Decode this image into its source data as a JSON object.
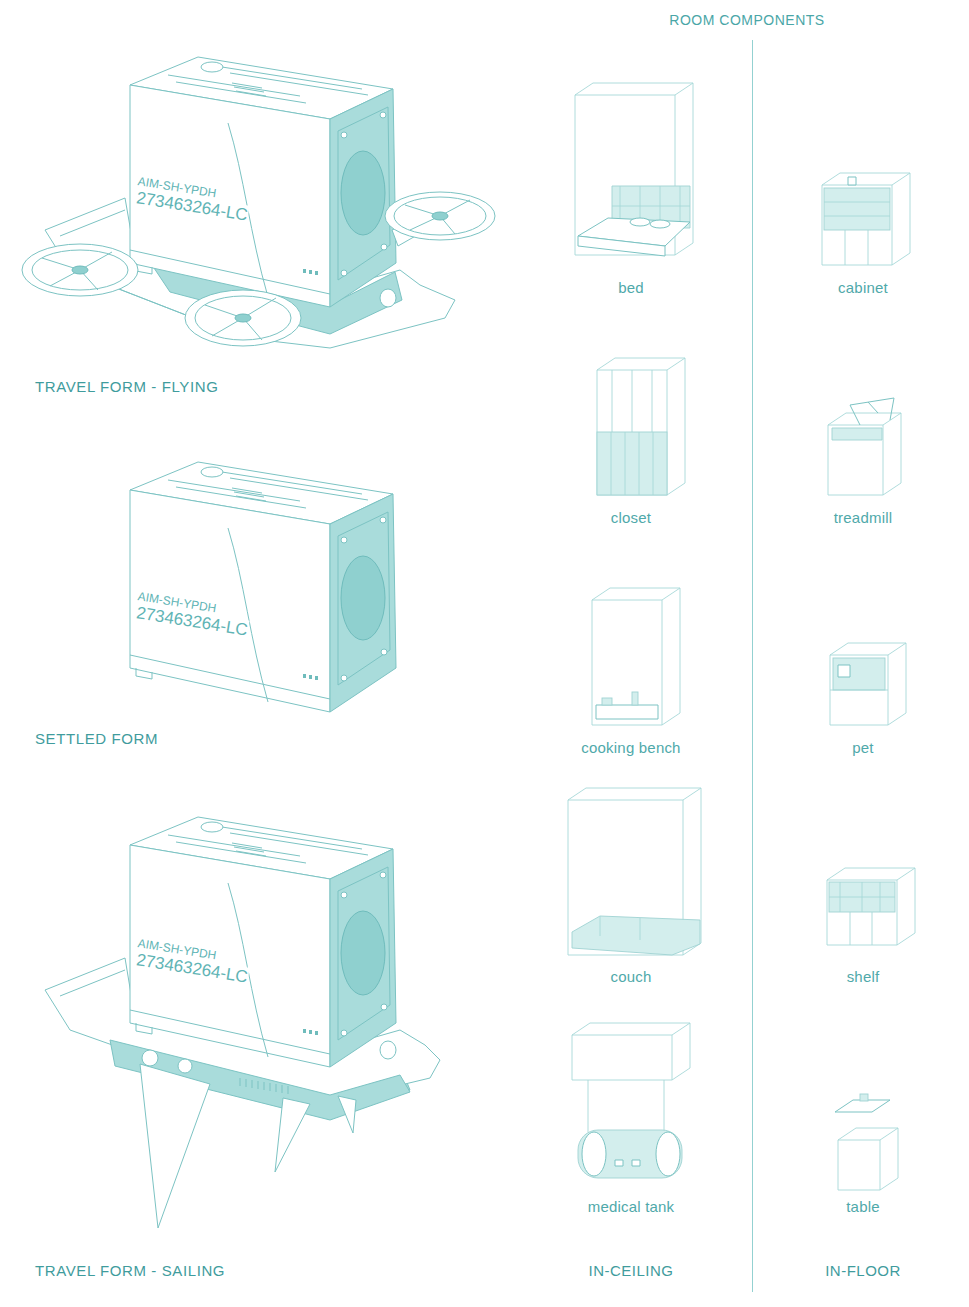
{
  "diagram": {
    "nodes": [
      {
        "text": [
          "TRAVEL FORM - FLYING",
          "SETTLED FORM",
          "TRAVEL FORM - SAILING"
        ]
      },
      {
        "text": [
          "ROOM COMPONENTS"
        ]
      },
      {
        "text": [
          "bed",
          "closet",
          "cooking bench",
          "couch",
          "medical tank",
          "IN-CEILING"
        ],
        "in": 1
      },
      {
        "text": [
          "cabinet",
          "treadmill",
          "pet",
          "shelf",
          "table",
          "IN-FLOOR"
        ],
        "in": 1
      }
    ],
    "labels": [
      "AIM-SH-YPDH",
      "273463264-LC",
      "AIM-SH-YPDH",
      "273463264-LC",
      "AIM-SH-YPDH",
      "273463264-LC"
    ]
  }
}
